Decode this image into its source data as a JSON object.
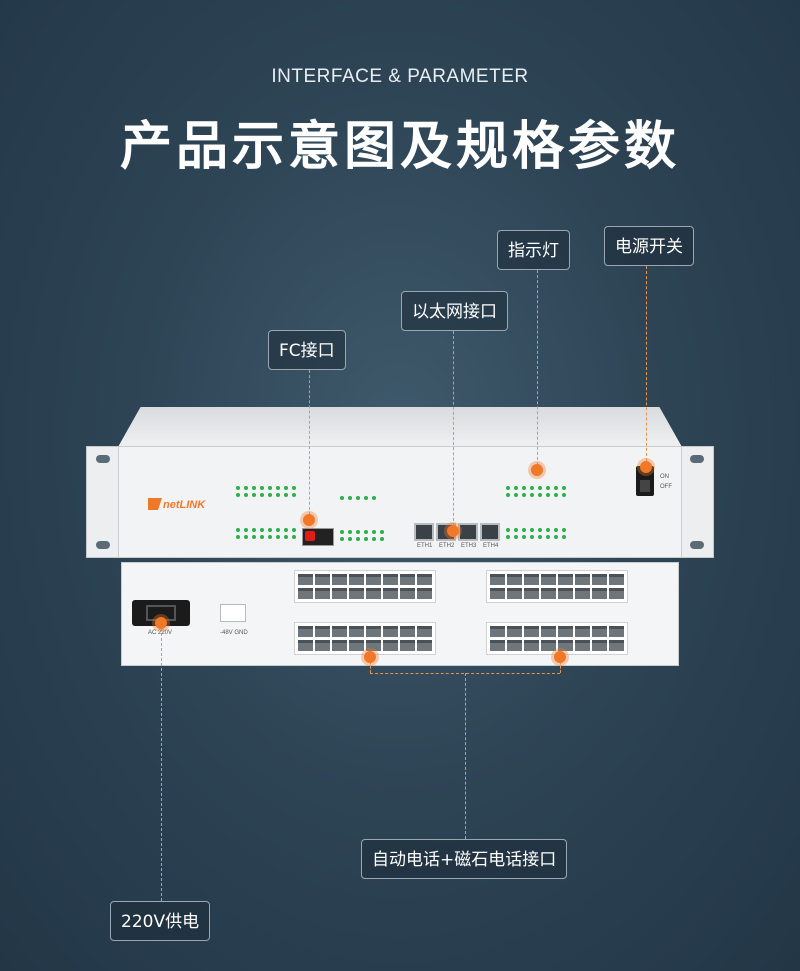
{
  "header": {
    "subtitle": "INTERFACE & PARAMETER",
    "title": "产品示意图及规格参数"
  },
  "device": {
    "brand": "netLINK",
    "power_label": "AC 220V",
    "dc_label": "-48V GND",
    "eth_ports": [
      "ETH1",
      "ETH2",
      "ETH3",
      "ETH4"
    ],
    "switch_on": "ON",
    "switch_off": "OFF"
  },
  "callouts": {
    "indicator": "指示灯",
    "power_switch": "电源开关",
    "ethernet": "以太网接口",
    "fc": "FC接口",
    "phone": "自动电话+磁石电话接口",
    "power_supply": "220V供电"
  },
  "colors": {
    "background": "#2e4556",
    "accent": "#f07828",
    "led": "#2fae4a"
  }
}
